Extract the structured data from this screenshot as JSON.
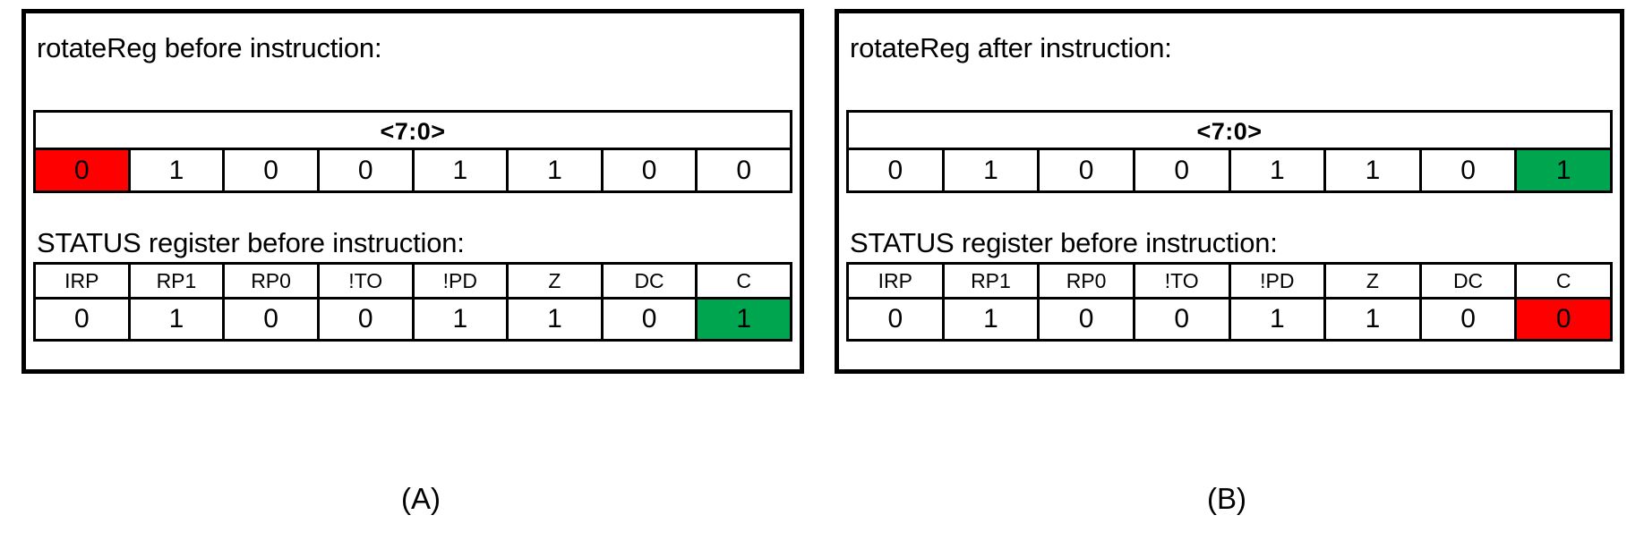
{
  "panels": [
    {
      "id": "A",
      "sublabel": "(A)",
      "register": {
        "caption": "rotateReg before instruction:",
        "bit_range_label": "<7:0>",
        "bits": [
          "0",
          "1",
          "0",
          "0",
          "1",
          "1",
          "0",
          "0"
        ],
        "highlight_index": 0,
        "highlight_color_name": "red",
        "highlight_color": "#ff0000"
      },
      "status": {
        "caption": "STATUS register before instruction:",
        "headers": [
          "IRP",
          "RP1",
          "RP0",
          "!TO",
          "!PD",
          "Z",
          "DC",
          "C"
        ],
        "values": [
          "0",
          "1",
          "0",
          "0",
          "1",
          "1",
          "0",
          "1"
        ],
        "highlight_index": 7,
        "highlight_color_name": "green",
        "highlight_color": "#00a550"
      }
    },
    {
      "id": "B",
      "sublabel": "(B)",
      "register": {
        "caption": "rotateReg after instruction:",
        "bit_range_label": "<7:0>",
        "bits": [
          "0",
          "1",
          "0",
          "0",
          "1",
          "1",
          "0",
          "1"
        ],
        "highlight_index": 7,
        "highlight_color_name": "green",
        "highlight_color": "#00a550"
      },
      "status": {
        "caption": "STATUS register before instruction:",
        "headers": [
          "IRP",
          "RP1",
          "RP0",
          "!TO",
          "!PD",
          "Z",
          "DC",
          "C"
        ],
        "values": [
          "0",
          "1",
          "0",
          "0",
          "1",
          "1",
          "0",
          "0"
        ],
        "highlight_index": 7,
        "highlight_color_name": "red",
        "highlight_color": "#ff0000"
      }
    }
  ]
}
